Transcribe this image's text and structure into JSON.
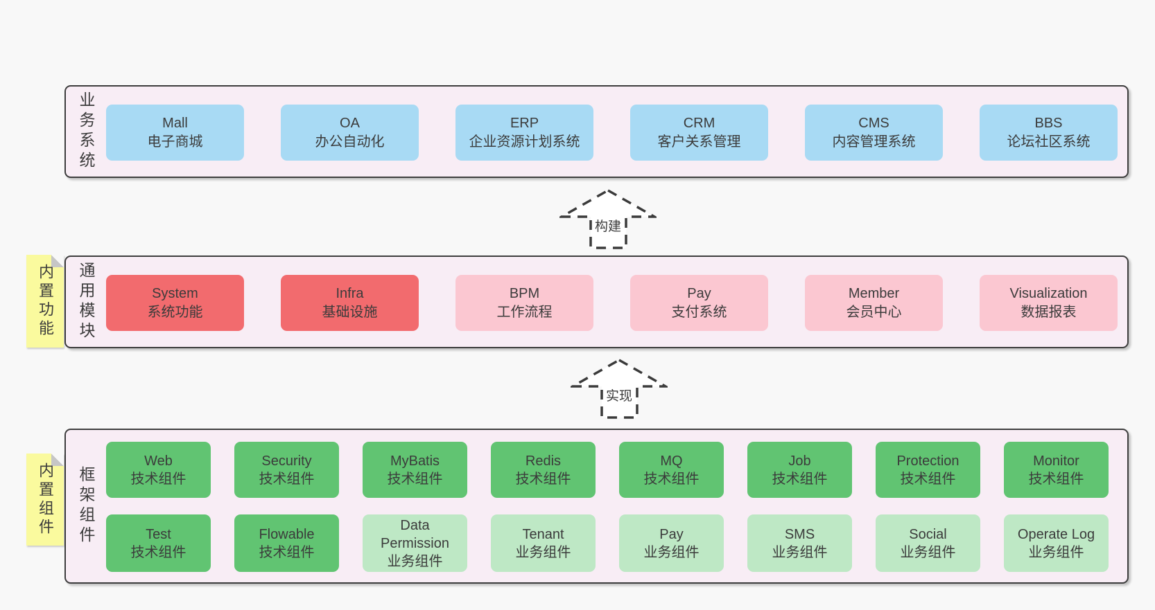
{
  "colors": {
    "page_bg": "#f8f8f8",
    "band_bg": "#f8edf5",
    "band_border": "#3d3d3d",
    "blue_box": "#a8daf4",
    "red_box": "#f26b6e",
    "pink_box": "#fbc7d1",
    "green_box": "#61c472",
    "green_light_box": "#bee8c5",
    "sticky_yellow": "#fafa9e",
    "text": "#3b3b3b"
  },
  "arrows": [
    {
      "label": "构建"
    },
    {
      "label": "实现"
    }
  ],
  "bands": [
    {
      "label": "业务系统",
      "boxes": [
        {
          "name": "Mall",
          "sub": "电子商城",
          "variant": "blue"
        },
        {
          "name": "OA",
          "sub": "办公自动化",
          "variant": "blue"
        },
        {
          "name": "ERP",
          "sub": "企业资源计划系统",
          "variant": "blue"
        },
        {
          "name": "CRM",
          "sub": "客户关系管理",
          "variant": "blue"
        },
        {
          "name": "CMS",
          "sub": "内容管理系统",
          "variant": "blue"
        },
        {
          "name": "BBS",
          "sub": "论坛社区系统",
          "variant": "blue"
        }
      ]
    },
    {
      "label": "通用模块",
      "sticky": "内置功能",
      "boxes": [
        {
          "name": "System",
          "sub": "系统功能",
          "variant": "red"
        },
        {
          "name": "Infra",
          "sub": "基础设施",
          "variant": "red"
        },
        {
          "name": "BPM",
          "sub": "工作流程",
          "variant": "pink"
        },
        {
          "name": "Pay",
          "sub": "支付系统",
          "variant": "pink"
        },
        {
          "name": "Member",
          "sub": "会员中心",
          "variant": "pink"
        },
        {
          "name": "Visualization",
          "sub": "数据报表",
          "variant": "pink"
        }
      ]
    },
    {
      "label": "框架组件",
      "sticky": "内置组件",
      "rows": [
        [
          {
            "name": "Web",
            "sub": "技术组件",
            "variant": "green"
          },
          {
            "name": "Security",
            "sub": "技术组件",
            "variant": "green"
          },
          {
            "name": "MyBatis",
            "sub": "技术组件",
            "variant": "green"
          },
          {
            "name": "Redis",
            "sub": "技术组件",
            "variant": "green"
          },
          {
            "name": "MQ",
            "sub": "技术组件",
            "variant": "green"
          },
          {
            "name": "Job",
            "sub": "技术组件",
            "variant": "green"
          },
          {
            "name": "Protection",
            "sub": "技术组件",
            "variant": "green"
          },
          {
            "name": "Monitor",
            "sub": "技术组件",
            "variant": "green"
          }
        ],
        [
          {
            "name": "Test",
            "sub": "技术组件",
            "variant": "green"
          },
          {
            "name": "Flowable",
            "sub": "技术组件",
            "variant": "green"
          },
          {
            "name": "Data Permission",
            "sub": "业务组件",
            "variant": "green-light"
          },
          {
            "name": "Tenant",
            "sub": "业务组件",
            "variant": "green-light"
          },
          {
            "name": "Pay",
            "sub": "业务组件",
            "variant": "green-light"
          },
          {
            "name": "SMS",
            "sub": "业务组件",
            "variant": "green-light"
          },
          {
            "name": "Social",
            "sub": "业务组件",
            "variant": "green-light"
          },
          {
            "name": "Operate Log",
            "sub": "业务组件",
            "variant": "green-light"
          }
        ]
      ]
    }
  ]
}
